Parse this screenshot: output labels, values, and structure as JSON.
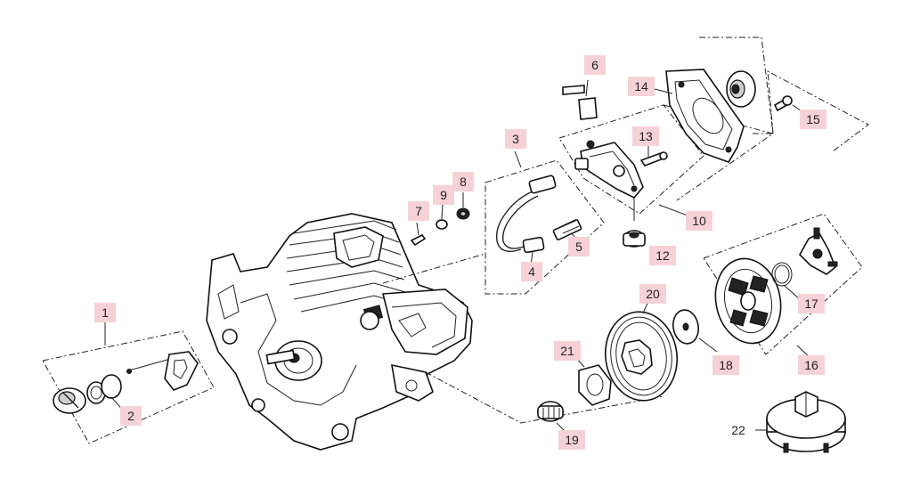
{
  "labels": {
    "l1": "1",
    "l2": "2",
    "l3": "3",
    "l4": "4",
    "l5": "5",
    "l6": "6",
    "l7": "7",
    "l8": "8",
    "l9": "9",
    "l10": "10",
    "l11": "",
    "l12": "12",
    "l13": "13",
    "l14": "14",
    "l15": "15",
    "l16": "16",
    "l17": "17",
    "l18": "18",
    "l19": "19",
    "l20": "20",
    "l21": "21",
    "l22": "22"
  },
  "colors": {
    "callout_background": "#f6d2d6",
    "line": "#222222"
  }
}
